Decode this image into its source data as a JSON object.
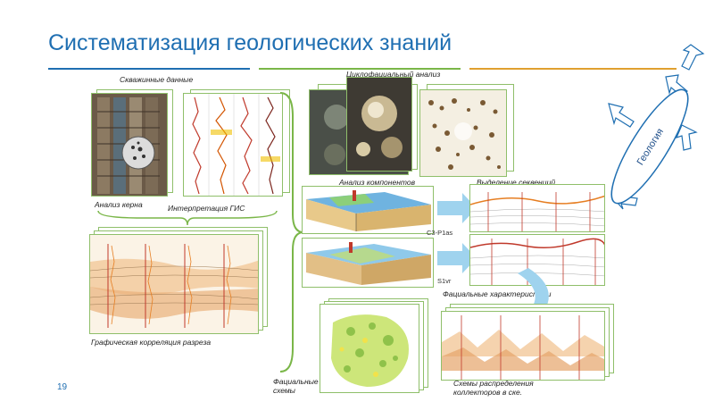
{
  "slide": {
    "title": "Систематизация геологических знаний",
    "page_number": "19"
  },
  "labels": {
    "well_data": "Скважинные данные",
    "core_analysis": "Анализ керна",
    "gis_interpretation": "Интерпретация ГИС",
    "graphic_correlation": "Графическая корреляция разреза",
    "cyclofacies_analysis": "Циклофациальный анализ",
    "component_analysis": "Анализ компонентов",
    "sequence_selection": "Выделение секвенций",
    "facies_characteristics": "Фациальные характеристики",
    "facies_schemes": "Фациальные\nсхемы",
    "reservoir_schemes": "Схемы распределения\nколлекторов в ске.",
    "geology": "Геология",
    "unit_c3p1as": "C3-P1as",
    "unit_s1vr": "S1vr"
  },
  "colors": {
    "title": "#1f6fb2",
    "rule_blue": "#1f6fb2",
    "rule_green": "#7ab648",
    "rule_orange": "#e0a030",
    "frame_green": "#8fbf6a",
    "arrow_blue": "#9fd3ee",
    "geology_ellipse": "#1f6fb2"
  },
  "icons": {
    "arrow": "block-arrow-icon",
    "brace": "curly-brace-icon"
  }
}
